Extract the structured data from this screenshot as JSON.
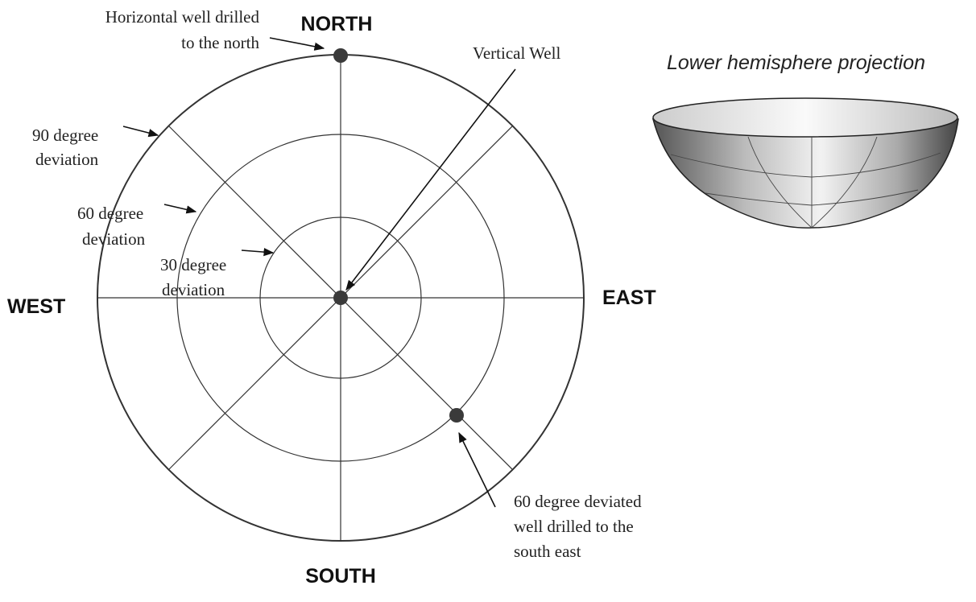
{
  "directions": {
    "north": "NORTH",
    "south": "SOUTH",
    "east": "EAST",
    "west": "WEST"
  },
  "labels": {
    "horizontal_well": [
      "Horizontal well drilled",
      "to the north"
    ],
    "vertical_well": "Vertical Well",
    "deg90": [
      "90 degree",
      "deviation"
    ],
    "deg60": [
      "60 degree",
      "deviation"
    ],
    "deg30": [
      "30 degree",
      "deviation"
    ],
    "deviated_well": [
      "60 degree deviated",
      "well drilled to the",
      "south east"
    ],
    "projection_title": "Lower hemisphere projection"
  },
  "colors": {
    "line": "#333333",
    "dot": "#3a3a3a"
  }
}
